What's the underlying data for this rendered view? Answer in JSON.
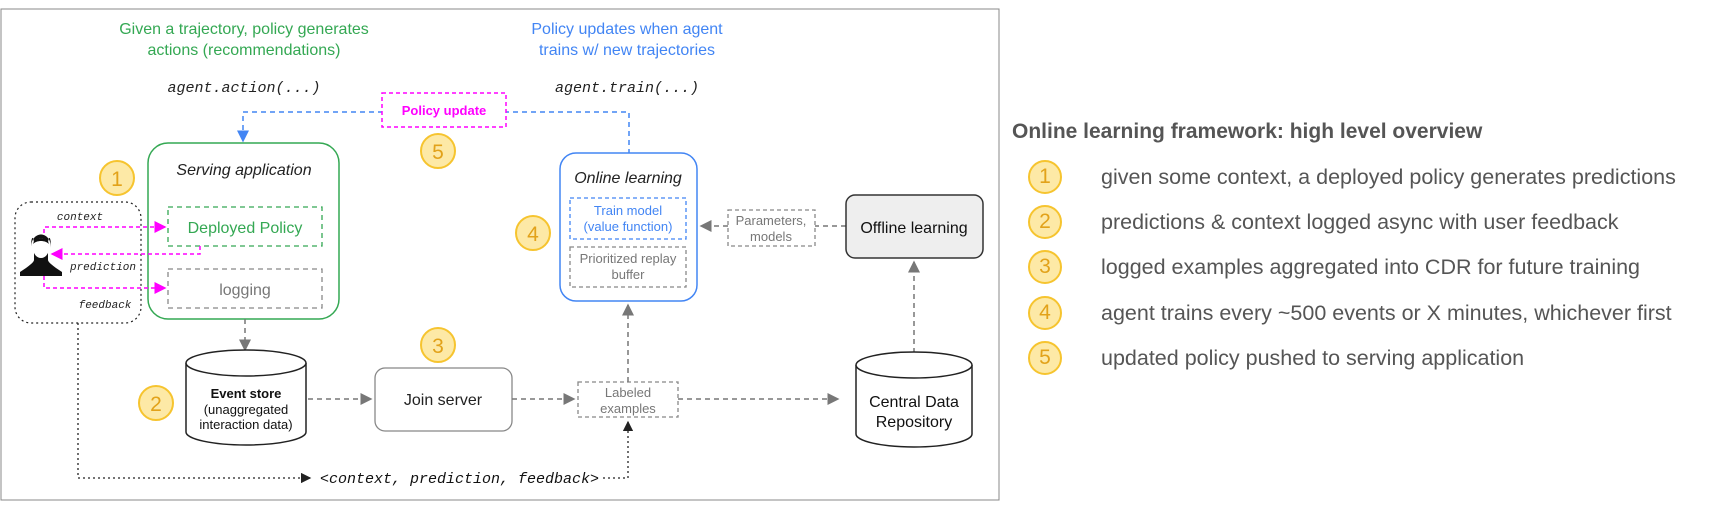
{
  "diagram": {
    "top_left_caption": [
      "Given a trajectory, policy generates",
      "actions (recommendations)"
    ],
    "top_right_caption": [
      "Policy updates when agent",
      "trains w/ new trajectories"
    ],
    "agent_action_code": "agent.action(...)",
    "agent_train_code": "agent.train(...)",
    "policy_update_label": "Policy update",
    "serving_application_title": "Serving application",
    "deployed_policy_label": "Deployed Policy",
    "logging_label": "logging",
    "user_labels": {
      "context": "context",
      "prediction": "prediction",
      "feedback": "feedback"
    },
    "online_learning_title": "Online learning",
    "train_model_label": [
      "Train model",
      "(value function)"
    ],
    "replay_buffer_label": [
      "Prioritized replay",
      "buffer"
    ],
    "parameters_label": [
      "Parameters,",
      "models"
    ],
    "offline_learning_label": "Offline learning",
    "event_store_title": "Event store",
    "event_store_sub": [
      "(unaggregated",
      "interaction data)"
    ],
    "join_server_label": "Join server",
    "labeled_examples_label": [
      "Labeled",
      "examples"
    ],
    "central_data_label": [
      "Central Data",
      "Repository"
    ],
    "tuple_label": "<context, prediction, feedback>",
    "badges": [
      "1",
      "2",
      "3",
      "4",
      "5"
    ]
  },
  "legend": {
    "title": "Online learning framework: high level overview",
    "items": [
      {
        "number": "1",
        "text": "given some context, a deployed policy generates predictions"
      },
      {
        "number": "2",
        "text": "predictions & context logged async with user feedback"
      },
      {
        "number": "3",
        "text": "logged examples aggregated into CDR for future training"
      },
      {
        "number": "4",
        "text": "agent trains every ~500 events or X minutes, whichever first"
      },
      {
        "number": "5",
        "text": "updated policy pushed to serving application"
      }
    ]
  },
  "colors": {
    "green": "#34a853",
    "blue": "#4285f4",
    "magenta": "#ff00ff",
    "badge_fill": "#fde9a6",
    "badge_stroke": "#f6c42f",
    "gray_text": "#555555"
  }
}
